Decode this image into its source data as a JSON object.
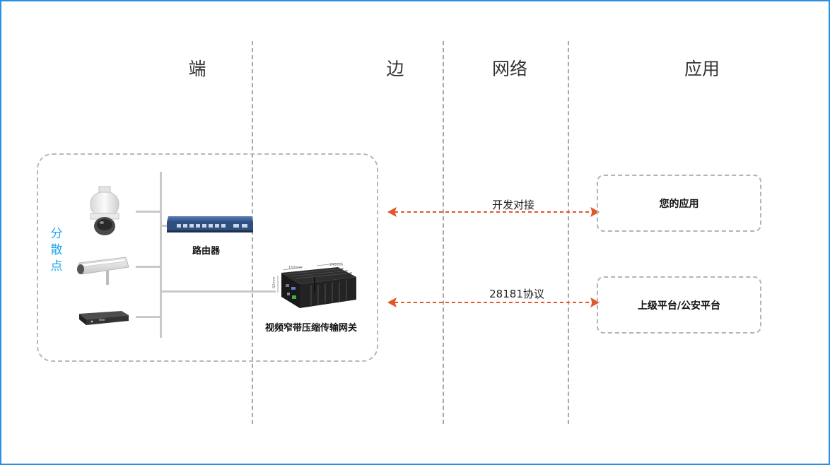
{
  "columns": {
    "terminal": "端",
    "edge": "边",
    "network": "网络",
    "application": "应用"
  },
  "group": {
    "label": "分散点"
  },
  "devices": {
    "router": "路由器",
    "gateway": "视频窄带压缩传输网关",
    "gateway_dims": {
      "width": "150mm",
      "depth": "240mm",
      "height": "62mm"
    }
  },
  "links": [
    {
      "label": "开发对接"
    },
    {
      "label": "28181协议"
    }
  ],
  "apps": {
    "yours": "您的应用",
    "platform": "上级平台/公安平台"
  },
  "colors": {
    "frame": "#2b8fe6",
    "accent_label": "#1ea6f0",
    "arrow": "#e0582a",
    "dashed": "#a8a8a8"
  }
}
